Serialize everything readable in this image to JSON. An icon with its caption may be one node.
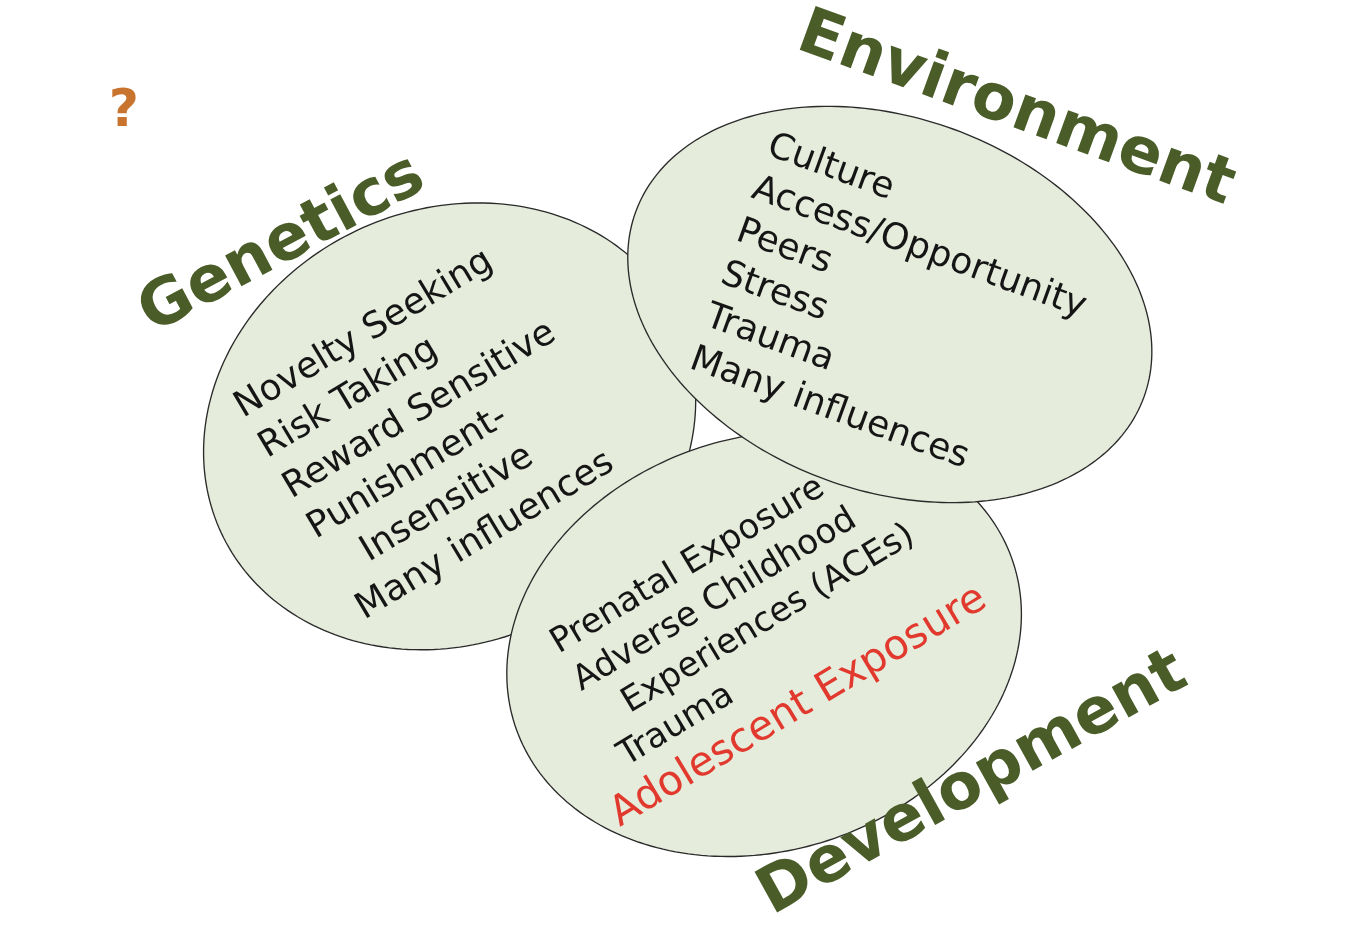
{
  "diagram": {
    "nodes": [
      {
        "text": [
          "Genetics",
          "Novelty Seeking",
          "Risk Taking",
          "Reward Sensitive",
          "Punishment-Insensitive",
          "Many influences"
        ]
      },
      {
        "text": [
          "Environment",
          "Culture",
          "Access/Opportunity",
          "Peers",
          "Stress",
          "Trauma",
          "Many influences"
        ]
      },
      {
        "text": [
          "Development",
          "Prenatal Exposure",
          "Adverse Childhood Experiences (ACEs)",
          "Trauma",
          "Adolescent Exposure"
        ]
      }
    ],
    "labels": [
      "?"
    ]
  }
}
